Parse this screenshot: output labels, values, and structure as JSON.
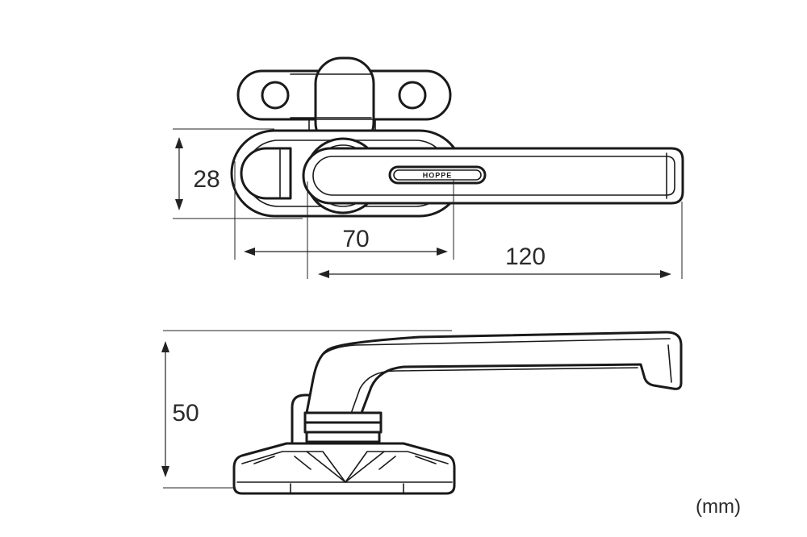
{
  "dimensions": {
    "top_height": "28",
    "top_offset": "70",
    "top_length": "120",
    "side_height": "50"
  },
  "brand_mark": "HOPPE",
  "unit": "(mm)"
}
